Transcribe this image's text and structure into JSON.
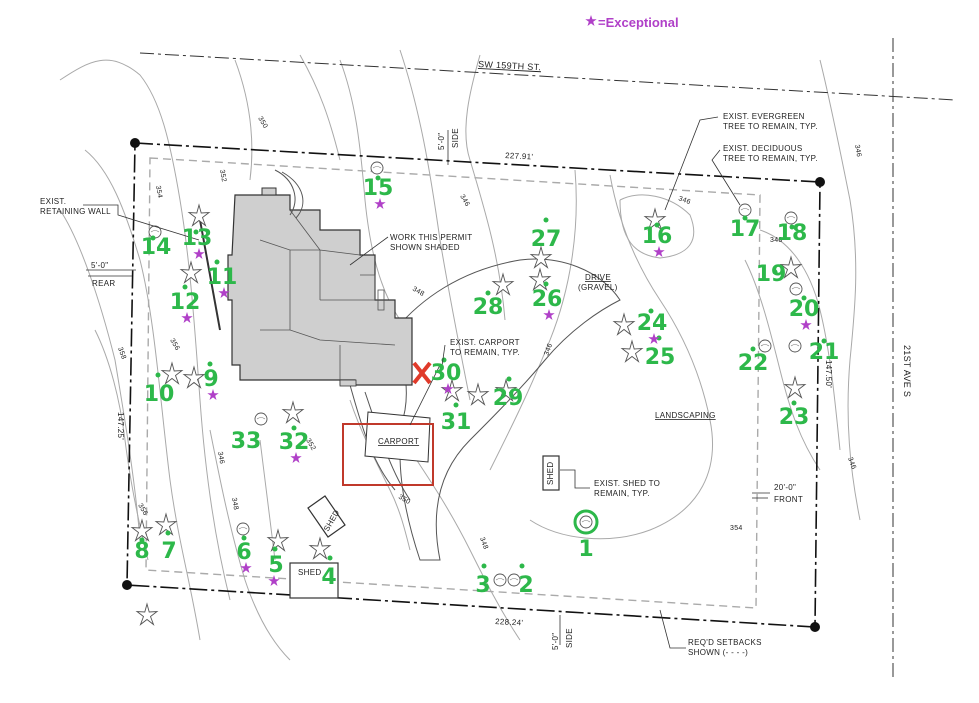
{
  "legend": {
    "text": "=Exceptional",
    "color": "#b040c8"
  },
  "colors": {
    "tree_number": "#2db84a",
    "exceptional": "#b040c8",
    "highlight": "#c0392b",
    "house": "#cfcfcf"
  },
  "labels": {
    "street_top": "SW 159TH ST.",
    "street_right": "21ST AVE S",
    "retaining_wall_1": "EXIST.",
    "retaining_wall_2": "RETAINING WALL",
    "rear_dim": "5'-0\"",
    "rear": "REAR",
    "side_top_dim": "5'-0\"",
    "side_top": "SIDE",
    "side_bottom_dim": "5'-0\"",
    "side_bottom": "SIDE",
    "front_dim": "20'-0\"",
    "front": "FRONT",
    "top_length": "227.91'",
    "bottom_length": "228.24'",
    "left_length": "147.25'",
    "right_length": "147.50'",
    "work_permit_1": "WORK THIS PERMIT",
    "work_permit_2": "SHOWN SHADED",
    "carport_note_1": "EXIST. CARPORT",
    "carport_note_2": "TO REMAIN, TYP.",
    "carport": "CARPORT",
    "drive": "DRIVE",
    "gravel": "(GRAVEL)",
    "landscaping": "LANDSCAPING",
    "evergreen_1": "EXIST. EVERGREEN",
    "evergreen_2": "TREE TO REMAIN, TYP.",
    "deciduous_1": "EXIST. DECIDUOUS",
    "deciduous_2": "TREE TO REMAIN, TYP.",
    "shed_note_1": "EXIST. SHED TO",
    "shed_note_2": "REMAIN, TYP.",
    "shed": "SHED",
    "setbacks_1": "REQ'D SETBACKS",
    "setbacks_2": "SHOWN (- - - -)",
    "contours": [
      "350",
      "354",
      "352",
      "346",
      "348",
      "356",
      "358",
      "346",
      "352",
      "346",
      "348",
      "350",
      "356",
      "348",
      "346",
      "346",
      "346",
      "348",
      "354"
    ]
  },
  "trees": [
    {
      "number": "1",
      "exceptional": false
    },
    {
      "number": "2",
      "exceptional": false
    },
    {
      "number": "3",
      "exceptional": false
    },
    {
      "number": "4",
      "exceptional": false
    },
    {
      "number": "5",
      "exceptional": true
    },
    {
      "number": "6",
      "exceptional": true
    },
    {
      "number": "7",
      "exceptional": false
    },
    {
      "number": "8",
      "exceptional": false
    },
    {
      "number": "9",
      "exceptional": true
    },
    {
      "number": "10",
      "exceptional": false
    },
    {
      "number": "11",
      "exceptional": true
    },
    {
      "number": "12",
      "exceptional": true
    },
    {
      "number": "13",
      "exceptional": true
    },
    {
      "number": "14",
      "exceptional": false
    },
    {
      "number": "15",
      "exceptional": true
    },
    {
      "number": "16",
      "exceptional": true
    },
    {
      "number": "17",
      "exceptional": false
    },
    {
      "number": "18",
      "exceptional": false
    },
    {
      "number": "19",
      "exceptional": false
    },
    {
      "number": "20",
      "exceptional": true
    },
    {
      "number": "21",
      "exceptional": false
    },
    {
      "number": "22",
      "exceptional": false
    },
    {
      "number": "23",
      "exceptional": false
    },
    {
      "number": "24",
      "exceptional": true
    },
    {
      "number": "25",
      "exceptional": false
    },
    {
      "number": "26",
      "exceptional": true
    },
    {
      "number": "27",
      "exceptional": false
    },
    {
      "number": "28",
      "exceptional": false
    },
    {
      "number": "29",
      "exceptional": false
    },
    {
      "number": "30",
      "exceptional": true
    },
    {
      "number": "31",
      "exceptional": false
    },
    {
      "number": "32",
      "exceptional": true
    },
    {
      "number": "33",
      "exceptional": false
    }
  ]
}
